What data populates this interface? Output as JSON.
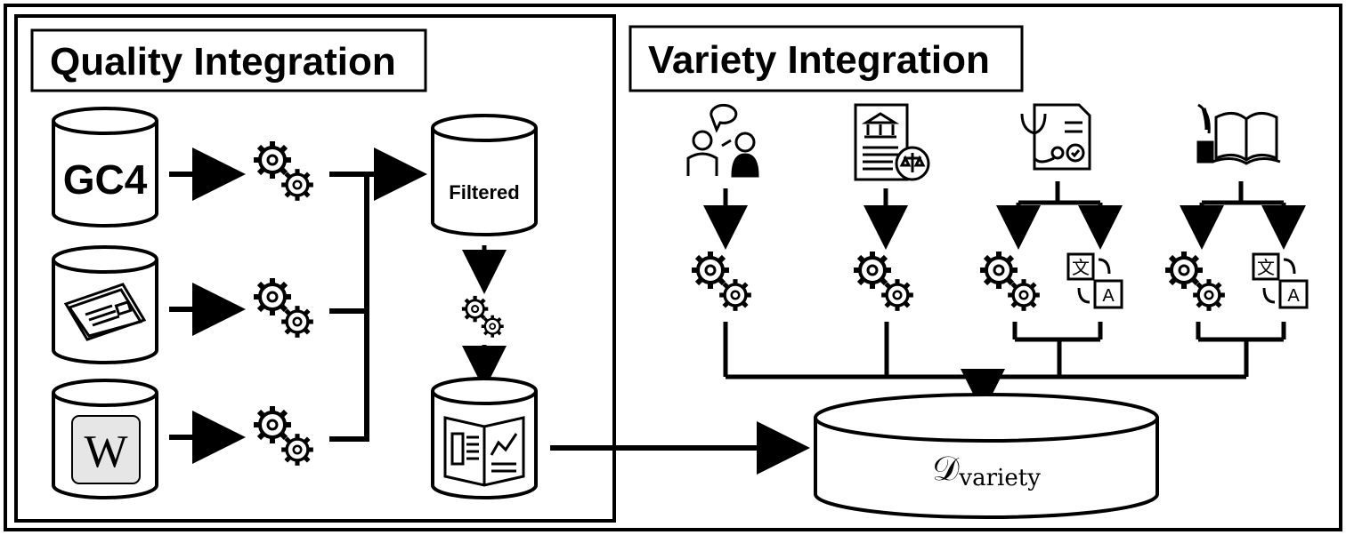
{
  "quality": {
    "title": "Quality Integration",
    "sources": [
      {
        "label": "GC4",
        "icon": "text-label"
      },
      {
        "label": "",
        "icon": "newspaper-icon"
      },
      {
        "label": "",
        "icon": "wikipedia-icon"
      }
    ],
    "wiki_letter": "W",
    "filtered_label": "Filtered",
    "output_icon": "book-data-icon"
  },
  "variety": {
    "title": "Variety Integration",
    "sources": [
      {
        "icon": "conversation-icon",
        "steps": [
          "gears-icon"
        ]
      },
      {
        "icon": "legal-document-icon",
        "steps": [
          "gears-icon"
        ]
      },
      {
        "icon": "medical-document-icon",
        "steps": [
          "gears-icon",
          "translate-icon"
        ]
      },
      {
        "icon": "literature-icon",
        "steps": [
          "gears-icon",
          "translate-icon"
        ]
      }
    ],
    "translate_glyph_src": "文",
    "translate_glyph_dst": "A",
    "target_main": "𝒟",
    "target_sub": "variety"
  },
  "colors": {
    "stroke": "#000000",
    "background": "#ffffff",
    "wiki_bg": "#e6e6e6"
  }
}
